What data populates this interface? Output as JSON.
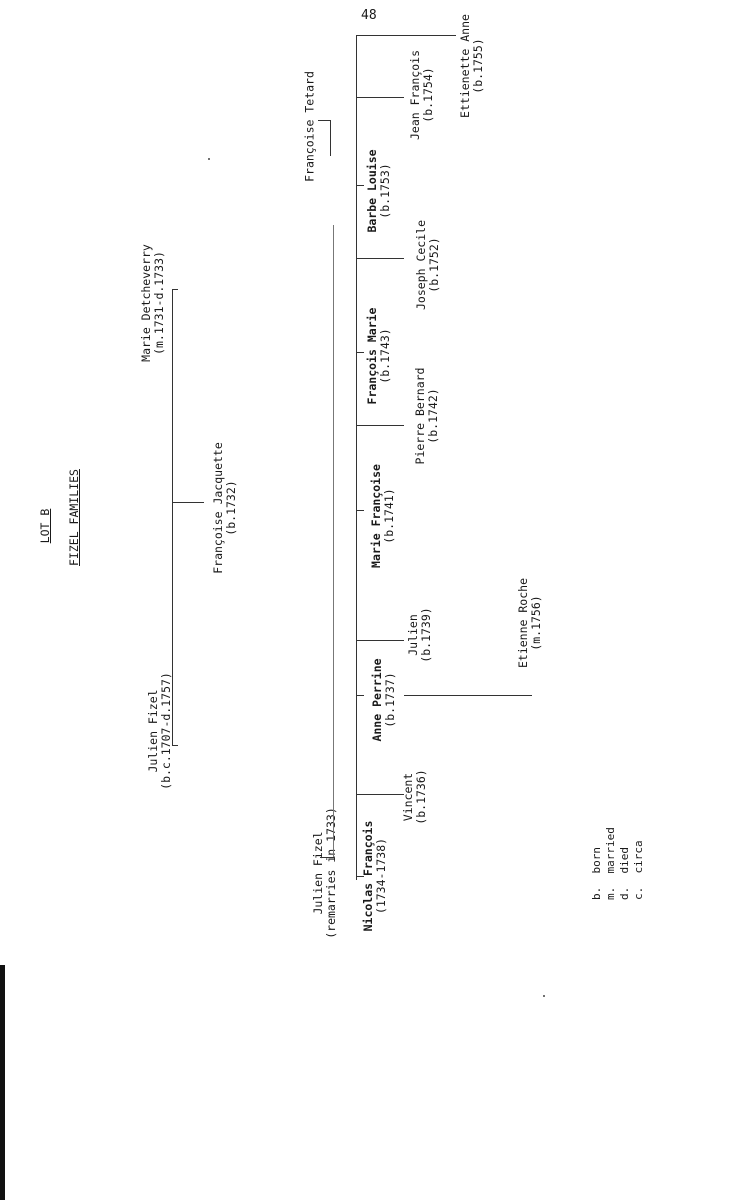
{
  "page_number": "48",
  "title": {
    "line1": "LOT B",
    "line2": "FIZEL FAMILIES"
  },
  "people": {
    "julien_fizel_sr": {
      "name": "Julien Fizel",
      "dates": "(b.c.1707-d.1757)"
    },
    "marie_detcheverry": {
      "name": "Marie Detcheverry",
      "dates": "(m.1731-d.1733)"
    },
    "francoise_jacquette": {
      "name": "Françoise Jacquette",
      "dates": "(b.1732)"
    },
    "julien_fizel_jr": {
      "name": "Julien Fizel",
      "dates": "(remarries in 1733)"
    },
    "francoise_tetard": {
      "name": "Françoise Tetard"
    },
    "nicolas_francois": {
      "name": "Nicolas François",
      "dates": "(1734-1738)"
    },
    "vincent": {
      "name": "Vincent",
      "dates": "(b.1736)"
    },
    "anne_perrine": {
      "name": "Anne Perrine",
      "dates": "(b.1737)"
    },
    "etienne_roche": {
      "name": "Etienne Roche",
      "dates": "(m.1756)"
    },
    "julien_child": {
      "name": "Julien",
      "dates": "(b.1739)"
    },
    "marie_francoise": {
      "name": "Marie Françoise",
      "dates": "(b.1741)"
    },
    "pierre_bernard": {
      "name": "Pierre Bernard",
      "dates": "(b.1742)"
    },
    "francois_marie": {
      "name": "François Marie",
      "dates": "(b.1743)"
    },
    "joseph_cecile": {
      "name": "Joseph Cecile",
      "dates": "(b.1752)"
    },
    "barbe_louise": {
      "name": "Barbe Louise",
      "dates": "(b.1753)"
    },
    "jean_francois": {
      "name": "Jean François",
      "dates": "(b.1754)"
    },
    "ettienette_anne": {
      "name": "Ettienette Anne",
      "dates": "(b.1755)"
    }
  },
  "legend": [
    {
      "abbr": "b.",
      "meaning": "born"
    },
    {
      "abbr": "m.",
      "meaning": "married"
    },
    {
      "abbr": "d.",
      "meaning": "died"
    },
    {
      "abbr": "c.",
      "meaning": "circa"
    }
  ]
}
